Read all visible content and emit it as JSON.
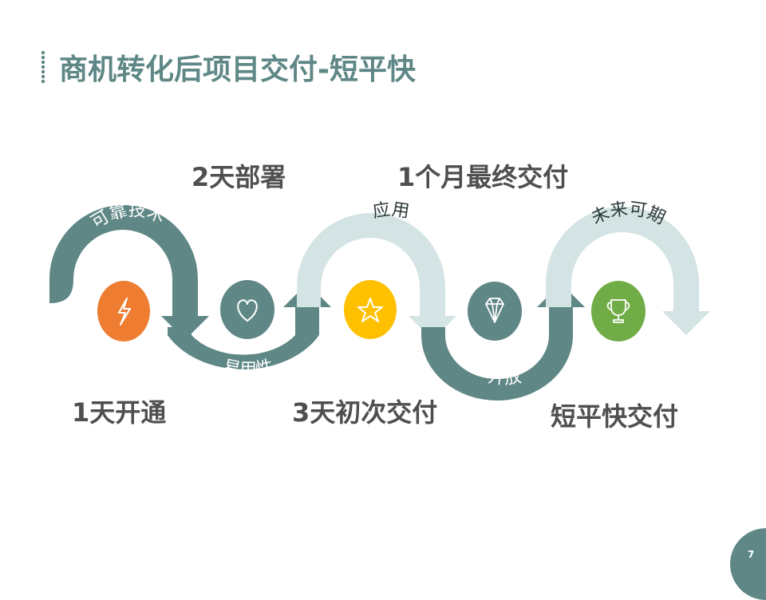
{
  "title": "商机转化后项目交付-短平快",
  "milestones": {
    "day1": "1天开通",
    "day2": "2天部署",
    "day3": "3天初次交付",
    "month1": "1个月最终交付",
    "final": "短平快交付"
  },
  "arcs": {
    "reliable_tech": "可靠技术",
    "easy_use": "易用性",
    "application": "应用",
    "open": "开放",
    "future": "未来可期"
  },
  "icons": [
    "lightning-icon",
    "heart-icon",
    "star-icon",
    "diamond-icon",
    "trophy-icon"
  ],
  "colors": {
    "teal": "#5e8785",
    "light_teal": "#d4e3e3",
    "orange": "#ee7d31",
    "yellow": "#ffc000",
    "green": "#70ad47",
    "text": "#4f4f4f"
  },
  "page_number": "7"
}
